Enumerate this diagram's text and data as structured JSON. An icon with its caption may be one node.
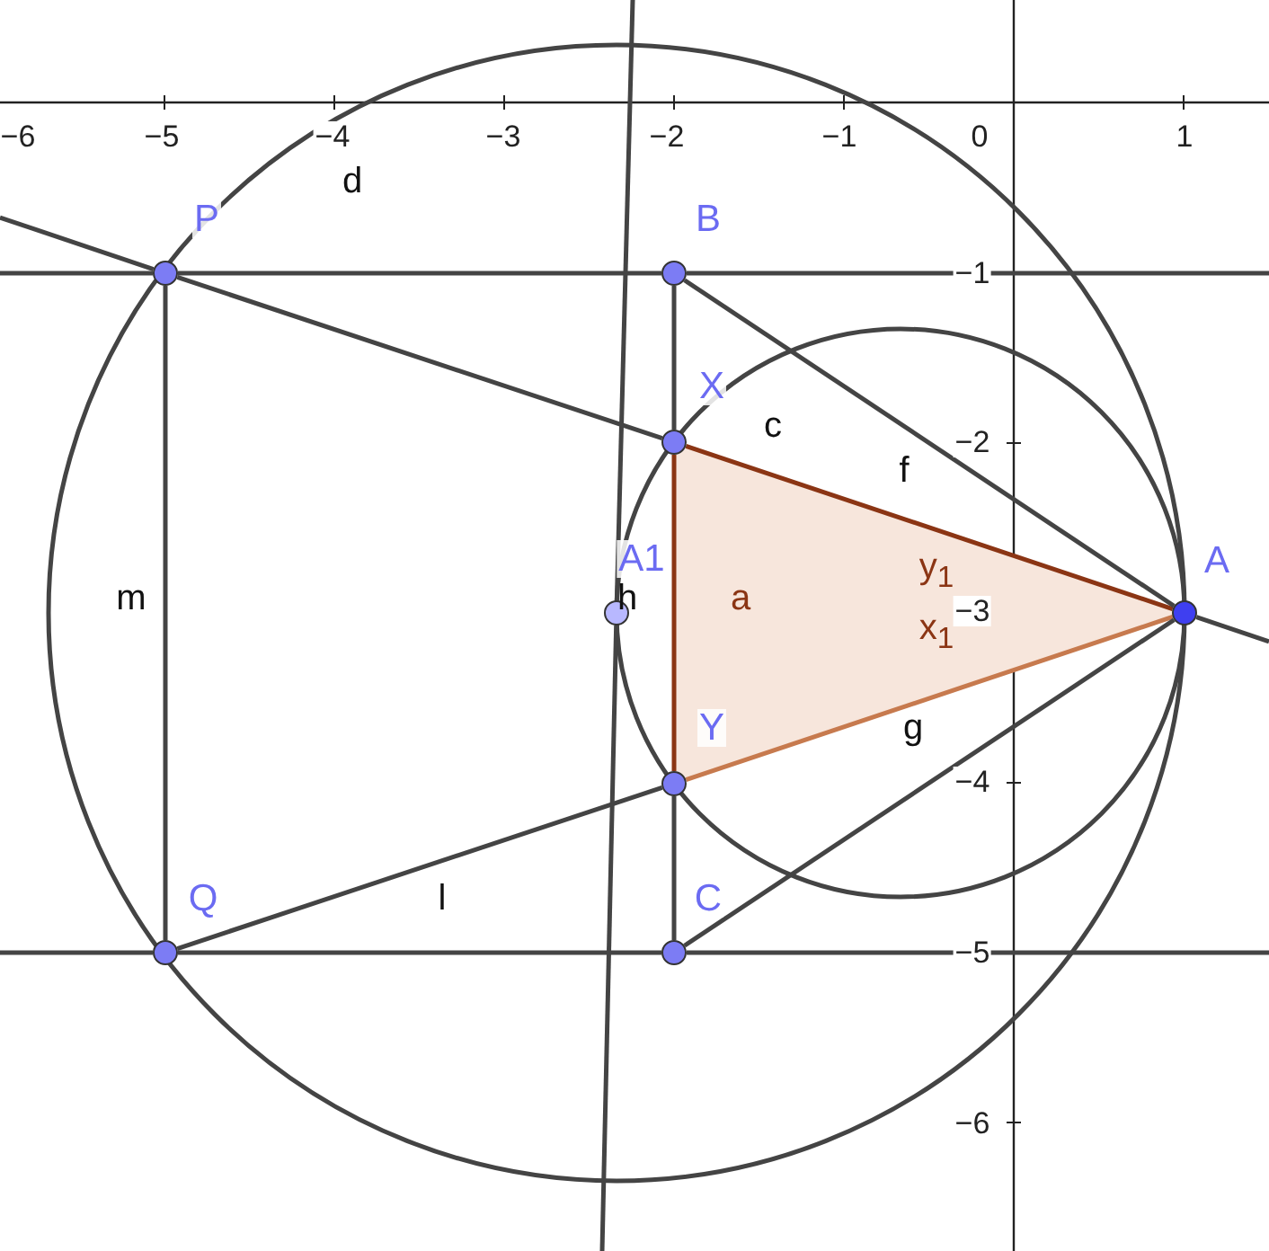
{
  "diagram": {
    "nodes": [
      {
        "text": [],
        "shape": "circle",
        "beside": [
          "P"
        ]
      },
      {
        "text": [],
        "shape": "circle",
        "beside": [
          "B"
        ]
      },
      {
        "text": [],
        "shape": "circle",
        "beside": [
          "X"
        ]
      },
      {
        "text": [],
        "shape": "circle",
        "beside": [
          "A1"
        ]
      },
      {
        "text": [],
        "shape": "circle",
        "beside": [
          "A"
        ]
      },
      {
        "text": [],
        "shape": "circle",
        "beside": [
          "Y"
        ]
      },
      {
        "text": [],
        "shape": "circle",
        "beside": [
          "Q"
        ]
      },
      {
        "text": [],
        "shape": "circle",
        "beside": [
          "C"
        ]
      }
    ],
    "edges": [
      {
        "from": null,
        "to": 0,
        "arrow": "none"
      },
      {
        "from": 0,
        "to": 2,
        "arrow": "none"
      },
      {
        "from": 2,
        "to": 4,
        "arrow": "none",
        "color": "#8b3514"
      },
      {
        "from": 4,
        "to": null,
        "arrow": "none"
      },
      {
        "from": null,
        "to": 0,
        "arrow": "none"
      },
      {
        "from": 0,
        "to": 1,
        "arrow": "none"
      },
      {
        "from": 1,
        "to": null,
        "arrow": "none"
      },
      {
        "from": null,
        "to": 6,
        "arrow": "none"
      },
      {
        "from": 6,
        "to": 7,
        "arrow": "none"
      },
      {
        "from": 7,
        "to": null,
        "arrow": "none"
      },
      {
        "from": 0,
        "to": 6,
        "arrow": "none"
      },
      {
        "from": 1,
        "to": 2,
        "arrow": "none"
      },
      {
        "from": 2,
        "to": 5,
        "arrow": "none",
        "color": "#8b3514"
      },
      {
        "from": 5,
        "to": 7,
        "arrow": "none"
      },
      {
        "from": 6,
        "to": 5,
        "arrow": "none"
      },
      {
        "from": 5,
        "to": 4,
        "arrow": "none",
        "color": "#c77a4e"
      },
      {
        "from": 1,
        "to": 4,
        "arrow": "none"
      },
      {
        "from": 7,
        "to": 4,
        "arrow": "none"
      },
      {
        "from": null,
        "to": 3,
        "arrow": "none"
      },
      {
        "from": 3,
        "to": null,
        "arrow": "none"
      }
    ],
    "labels": [
      "−6",
      "−5",
      "−4",
      "−3",
      "−2",
      "−1",
      "0",
      "1",
      "d",
      "−1",
      "c",
      "−2",
      "f",
      "y$_{1}$",
      "m",
      "h",
      "a",
      "−3",
      "x$_{1}$",
      "g",
      "−4",
      "l",
      "−5",
      "−6"
    ]
  }
}
